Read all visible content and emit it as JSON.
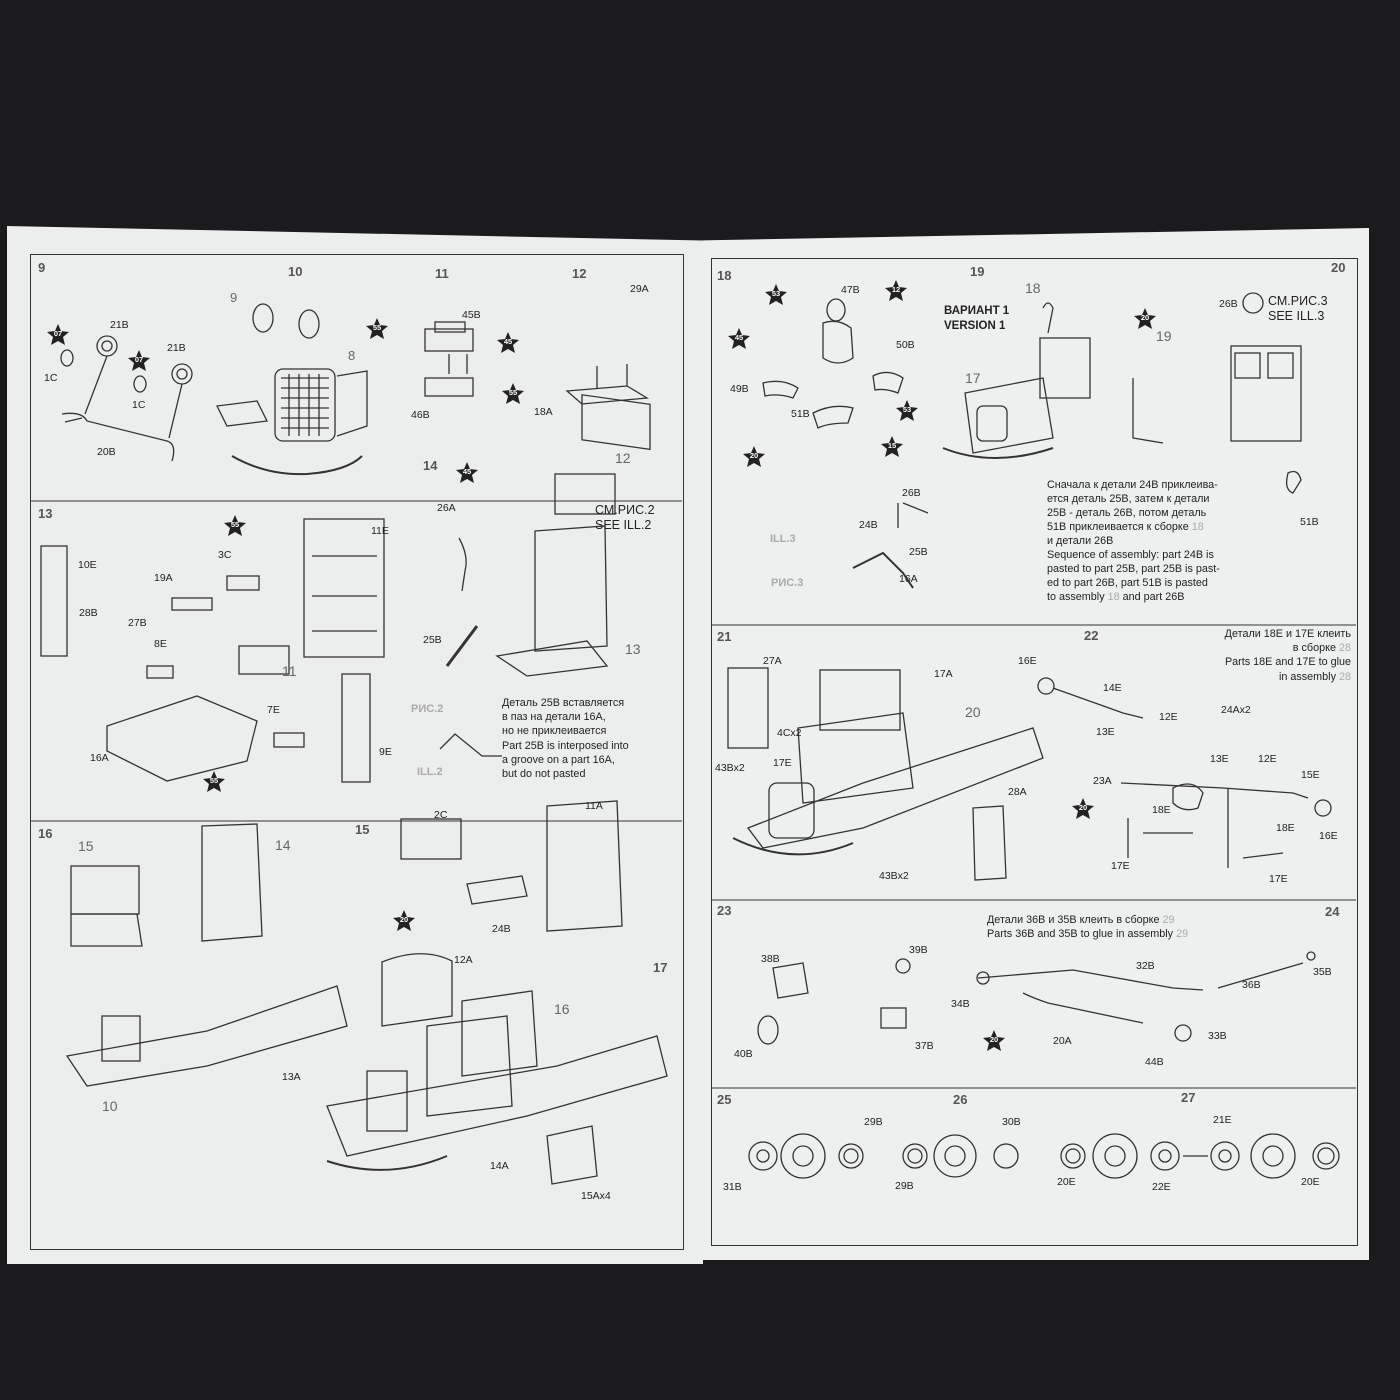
{
  "left_page": {
    "steps": {
      "s9": {
        "num": "9",
        "labels": {
          "l07a": "07",
          "l21b_1": "21B",
          "l1c_1": "1C",
          "l07b": "07",
          "l21b_2": "21B",
          "l1c_2": "1C",
          "l20b": "20B"
        }
      },
      "s10": {
        "num": "10",
        "labels": {
          "l9": "9",
          "l8": "8"
        }
      },
      "s11": {
        "num": "11",
        "labels": {
          "l55a": "55",
          "l45b": "45B",
          "l45": "45",
          "l55b": "55",
          "l46b": "46B"
        }
      },
      "s12": {
        "num": "12",
        "labels": {
          "l29a": "29A",
          "l18a": "18A"
        }
      },
      "s13": {
        "num": "13",
        "labels": {
          "l10e": "10E",
          "l28b": "28B",
          "l27b": "27B",
          "l8e": "8E",
          "l19a": "19A",
          "l3c": "3C",
          "l55": "55",
          "l11e": "11E",
          "l11": "11",
          "l7e": "7E",
          "l16a": "16A",
          "l55b": "55",
          "l9e": "9E"
        }
      },
      "s14": {
        "num": "14",
        "labels": {
          "l45": "45",
          "l12": "12",
          "l26a": "26A",
          "l25b": "25B",
          "l13": "13",
          "ref_ru": "СМ.РИС.2",
          "ref_en": "SEE ILL.2",
          "ill_ru": "РИС.2",
          "ill_en": "ILL.2"
        },
        "note": [
          "Деталь 25B вставляется",
          "в паз на детали 16A,",
          "но не приклеивается",
          "Part 25B is interposed into",
          "a groove on a part 16A,",
          "but do not pasted"
        ]
      },
      "s15": {
        "num": "15",
        "labels": {
          "l2c": "2C",
          "l11a": "11A",
          "l20": "20",
          "l24b": "24B"
        }
      },
      "s16": {
        "num": "16",
        "labels": {
          "l15": "15",
          "l14": "14",
          "l10": "10"
        }
      },
      "s17": {
        "num": "17",
        "labels": {
          "l12a": "12A",
          "l16": "16",
          "l13a": "13A",
          "l14a": "14A",
          "l15ax4": "15Ax4"
        }
      }
    }
  },
  "right_page": {
    "steps": {
      "s18": {
        "num": "18",
        "labels": {
          "l53a": "53",
          "l47b": "47B",
          "l12": "12",
          "l45": "45",
          "l50b": "50B",
          "l49b": "49B",
          "l51b": "51B",
          "l53b": "53",
          "l20": "20",
          "l15": "15"
        }
      },
      "s19": {
        "num": "19",
        "variant_ru": "ВАРИАНТ 1",
        "variant_en": "VERSION 1",
        "labels": {
          "l18": "18",
          "l17": "17"
        },
        "ill_labels": {
          "l26b": "26B",
          "l24b": "24B",
          "l25b": "25B",
          "l16a": "16A",
          "ill_en": "ILL.3",
          "ill_ru": "РИС.3"
        },
        "note_ru": [
          "Сначала к детали 24B приклеива-",
          "ется деталь 25B, затем к детали",
          "25B - деталь 26B, потом деталь",
          "51B приклеивается к сборке",
          "и детали 26B"
        ],
        "note_ref": "18",
        "note_en": [
          "Sequence of assembly: part 24B is",
          "pasted to part 25B, part 25B is past-",
          "ed to part 26B, part 51B is pasted",
          "to assembly",
          "and part 26B"
        ]
      },
      "s20": {
        "num": "20",
        "labels": {
          "l20": "20",
          "l26b": "26B",
          "ref_ru": "СМ.РИС.3",
          "ref_en": "SEE ILL.3",
          "l19": "19",
          "l51b": "51B"
        }
      },
      "s21": {
        "num": "21",
        "labels": {
          "l27a": "27A",
          "l17a": "17A",
          "l4cx2": "4Cx2",
          "l20": "20",
          "l43bx2a": "43Bx2",
          "l17e": "17E",
          "l28a": "28A",
          "l43bx2b": "43Bx2"
        }
      },
      "s22": {
        "num": "22",
        "note": [
          "Детали 18E и 17E клеить",
          "в сборке",
          "Parts 18E and 17E to glue",
          "in assembly"
        ],
        "note_ref": "28",
        "labels": {
          "l16e_1": "16E",
          "l14e": "14E",
          "l12e_1": "12E",
          "l24ax2": "24Ax2",
          "l13e_1": "13E",
          "l23a": "23A",
          "l13e_2": "13E",
          "l12e_2": "12E",
          "l15e": "15E",
          "l20": "20",
          "l18e_1": "18E",
          "l18e_2": "18E",
          "l16e_2": "16E",
          "l17e_1": "17E",
          "l17e_2": "17E"
        }
      },
      "s23": {
        "num": "23",
        "note": [
          "Детали 36B и 35B клеить в сборке",
          "Parts 36B and 35B to glue in assembly"
        ],
        "note_ref": "29",
        "labels": {
          "l38b": "38B",
          "l39b": "39B",
          "l40b": "40B",
          "l37b": "37B"
        }
      },
      "s24": {
        "num": "24",
        "labels": {
          "l32b": "32B",
          "l35b": "35B",
          "l34b": "34B",
          "l36b": "36B",
          "l20": "20",
          "l20a": "20A",
          "l33b": "33B",
          "l44b": "44B"
        }
      },
      "s25": {
        "num": "25",
        "labels": {
          "l29b": "29B",
          "l31b": "31B"
        }
      },
      "s26": {
        "num": "26",
        "labels": {
          "l30b": "30B",
          "l29b": "29B"
        }
      },
      "s27": {
        "num": "27",
        "labels": {
          "l21e": "21E",
          "l20e_1": "20E",
          "l22e": "22E",
          "l20e_2": "20E"
        }
      }
    }
  }
}
